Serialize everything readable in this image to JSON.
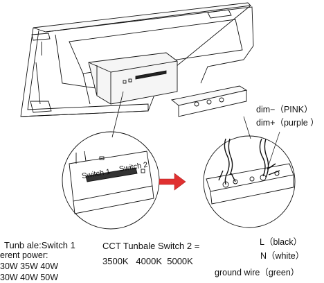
{
  "diagram": {
    "switch_labels": {
      "switch1": "Switch 1",
      "switch2": "Switch 2"
    },
    "wire_labels": {
      "dim_minus": "dim−（PINK）",
      "dim_plus": "dim+（purple ）",
      "l": "L（black）",
      "n": "N（white）",
      "ground": "ground wire（green）"
    },
    "notes": {
      "power_title": "Tunb ale:Switch 1",
      "power_subtitle": "erent power:",
      "power_line1": "30W 35W 40W",
      "power_line2": "30W 40W 50W",
      "cct_title": "CCT Tunbale Switch 2 =",
      "cct_values": "3500K   4000K  5000K"
    },
    "colors": {
      "line": "#111111",
      "arrow": "#e03030"
    }
  }
}
